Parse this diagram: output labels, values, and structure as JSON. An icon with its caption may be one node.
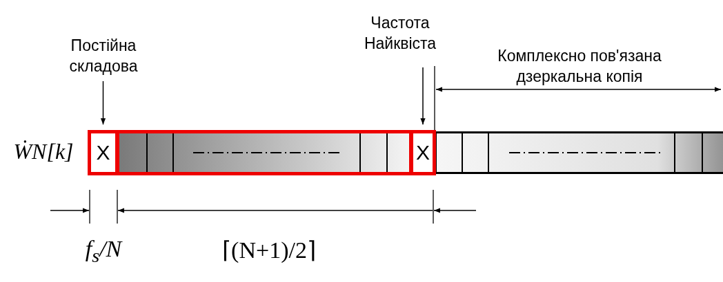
{
  "diagram": {
    "nodes": [
      {
        "text": [
          "Постійна складова"
        ]
      },
      {
        "text": [
          "X"
        ]
      },
      {
        "text": [],
        "shape": "box"
      },
      {
        "text": [
          "X"
        ]
      },
      {
        "text": [
          "Частота Найквіста"
        ]
      },
      {
        "text": [],
        "shape": "box"
      }
    ],
    "edges": [
      {
        "from": 0,
        "to": 1,
        "arrow": "to"
      },
      {
        "from": 4,
        "to": 3,
        "arrow": "to"
      }
    ],
    "labels": [
      "ẆN[k]",
      "Комплексно пов'язана дзеркальна копія",
      "f$_{s}$/N",
      "⌈(N+1)/2⌉"
    ]
  }
}
